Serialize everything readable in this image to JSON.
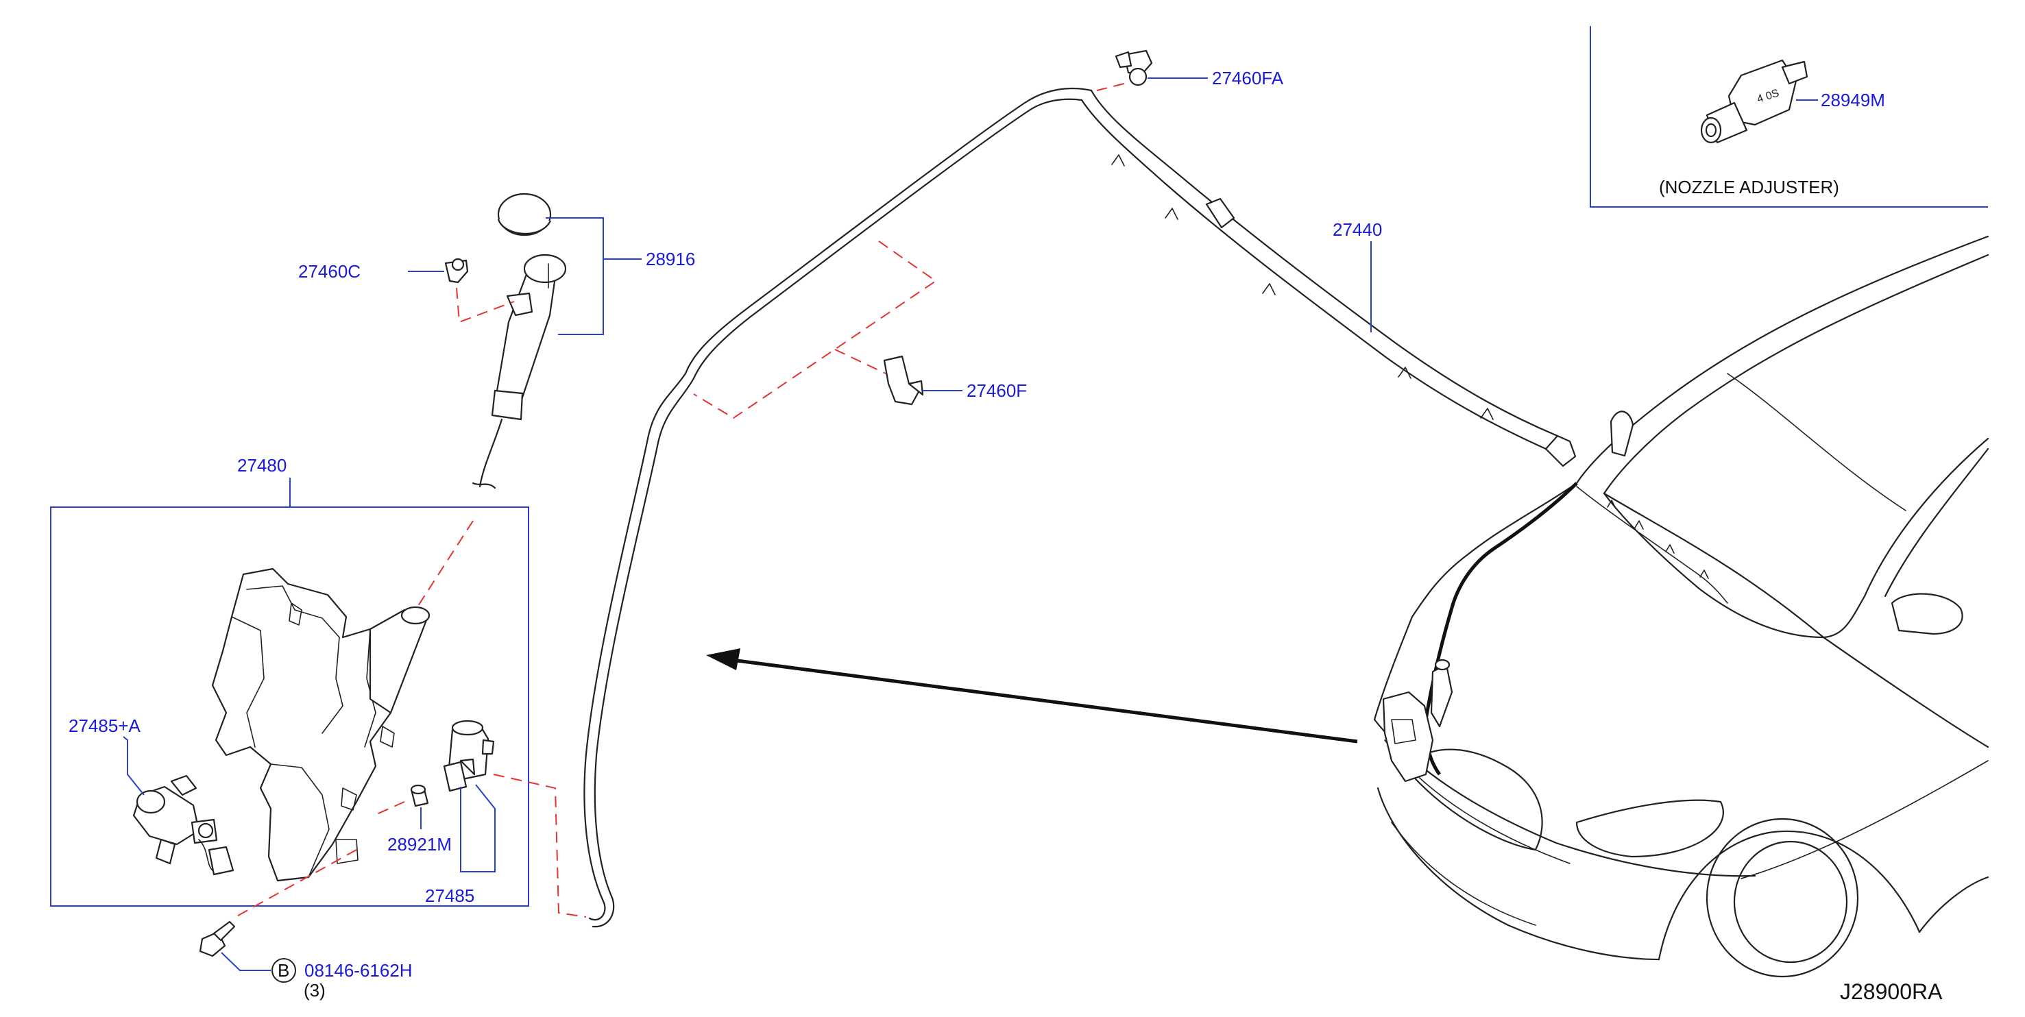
{
  "labels": {
    "p27460FA": "27460FA",
    "p28949M": "28949M",
    "nozzle_adjuster": "(NOZZLE   ADJUSTER)",
    "p27440": "27440",
    "p28916": "28916",
    "p27460C": "27460C",
    "p27460F": "27460F",
    "p27480": "27480",
    "p27485A": "27485+A",
    "p28921M": "28921M",
    "p27485": "27485",
    "bolt_circle": "B",
    "bolt_part": "08146-6162H",
    "bolt_qty": "(3)",
    "diagram_code": "J28900RA"
  },
  "colors": {
    "label_blue": "#1a1adb",
    "leader_blue": "#2a3fcf",
    "dashed_red": "#e53333",
    "line_black": "#222222"
  }
}
